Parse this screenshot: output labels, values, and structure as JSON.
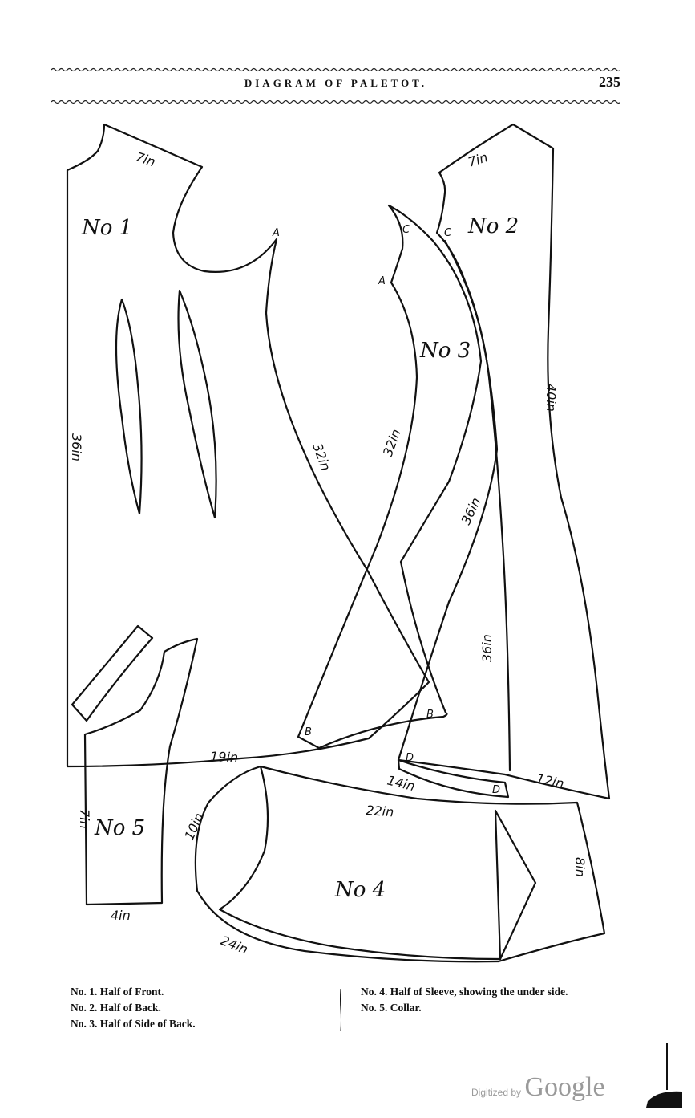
{
  "header": {
    "title": "DIAGRAM OF PALETOT.",
    "page_number": "235"
  },
  "diagram": {
    "pieces": [
      "No 1",
      "No 2",
      "No 3",
      "No 4",
      "No 5"
    ],
    "measurements": [
      "7in",
      "7in",
      "36in",
      "32in",
      "32in",
      "36in",
      "40in",
      "36in",
      "19in",
      "14in",
      "12in",
      "22in",
      "10in",
      "8in",
      "24in",
      "7in",
      "4in"
    ],
    "points": [
      "A",
      "A",
      "C",
      "C",
      "B",
      "B",
      "D",
      "D"
    ]
  },
  "legend": {
    "left": [
      "No. 1. Half of Front.",
      "No. 2. Half of Back.",
      "No. 3. Half of Side of Back."
    ],
    "right_line1": "No. 4. Half of Sleeve, showing the under side.",
    "right_line2": "No. 5. Collar."
  },
  "footer": {
    "digitized_prefix": "Digitized by",
    "digitized_brand": "Google"
  }
}
